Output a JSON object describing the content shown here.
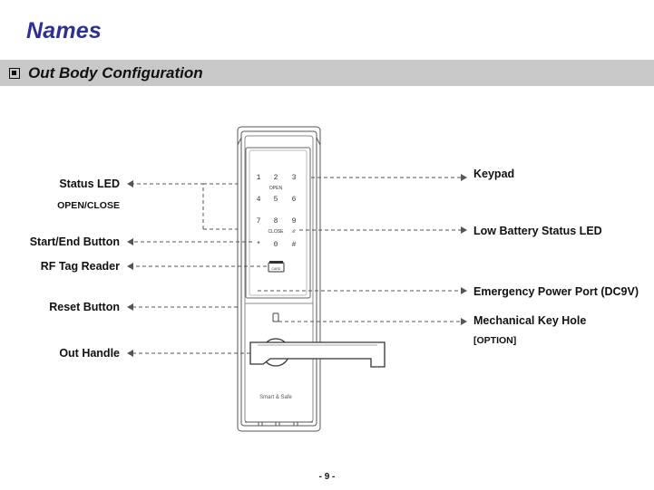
{
  "page": {
    "title": "Names",
    "section_title": "Out Body Configuration",
    "page_number": "- 9 -"
  },
  "labels": {
    "status_led": "Status LED",
    "open_close": "OPEN/CLOSE",
    "start_end_button": "Start/End Button",
    "rf_tag_reader": "RF Tag Reader",
    "reset_button": "Reset Button",
    "out_handle": "Out Handle",
    "keypad": "Keypad",
    "low_battery_led": "Low Battery Status LED",
    "emergency_power_port": "Emergency Power Port (DC9V)",
    "mechanical_key_hole": "Mechanical Key Hole",
    "option": "[OPTION]"
  },
  "device": {
    "keys": [
      "1",
      "2",
      "3",
      "4",
      "5",
      "6",
      "7",
      "8",
      "9",
      "*",
      "0",
      "#"
    ],
    "open_text": "OPEN",
    "close_text": "CLOSE",
    "battery_text": "∕/∕",
    "brand": "Smart & Safe",
    "card_text": "CARD"
  }
}
